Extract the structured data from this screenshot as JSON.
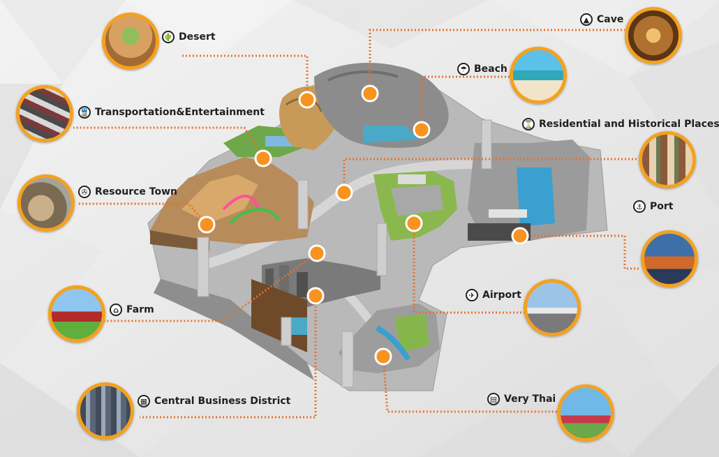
{
  "zones": [
    {
      "id": "desert",
      "label": "Desert",
      "icon": "cactus-icon",
      "glyph": "🌵"
    },
    {
      "id": "transport",
      "label": "Transportation&Entertainment",
      "icon": "train-icon",
      "glyph": "🚆"
    },
    {
      "id": "resource",
      "label": "Resource Town",
      "icon": "wind-turbine-icon",
      "glyph": "✇"
    },
    {
      "id": "farm",
      "label": "Farm",
      "icon": "barn-icon",
      "glyph": "⌂"
    },
    {
      "id": "cbd",
      "label": "Central Business District",
      "icon": "building-icon",
      "glyph": "▦"
    },
    {
      "id": "cave",
      "label": "Cave",
      "icon": "cave-icon",
      "glyph": "▲"
    },
    {
      "id": "beach",
      "label": "Beach",
      "icon": "beach-umbrella-icon",
      "glyph": "☂"
    },
    {
      "id": "residential",
      "label": "Residential and Historical Places",
      "icon": "hourglass-icon",
      "glyph": "⌛"
    },
    {
      "id": "port",
      "label": "Port",
      "icon": "anchor-icon",
      "glyph": "⚓"
    },
    {
      "id": "airport",
      "label": "Airport",
      "icon": "airplane-icon",
      "glyph": "✈"
    },
    {
      "id": "verythai",
      "label": "Very Thai",
      "icon": "shop-icon",
      "glyph": "▤"
    }
  ],
  "colors": {
    "accent": "#f4a11f",
    "connector": "#e8712b",
    "label": "#1f1f1f"
  }
}
